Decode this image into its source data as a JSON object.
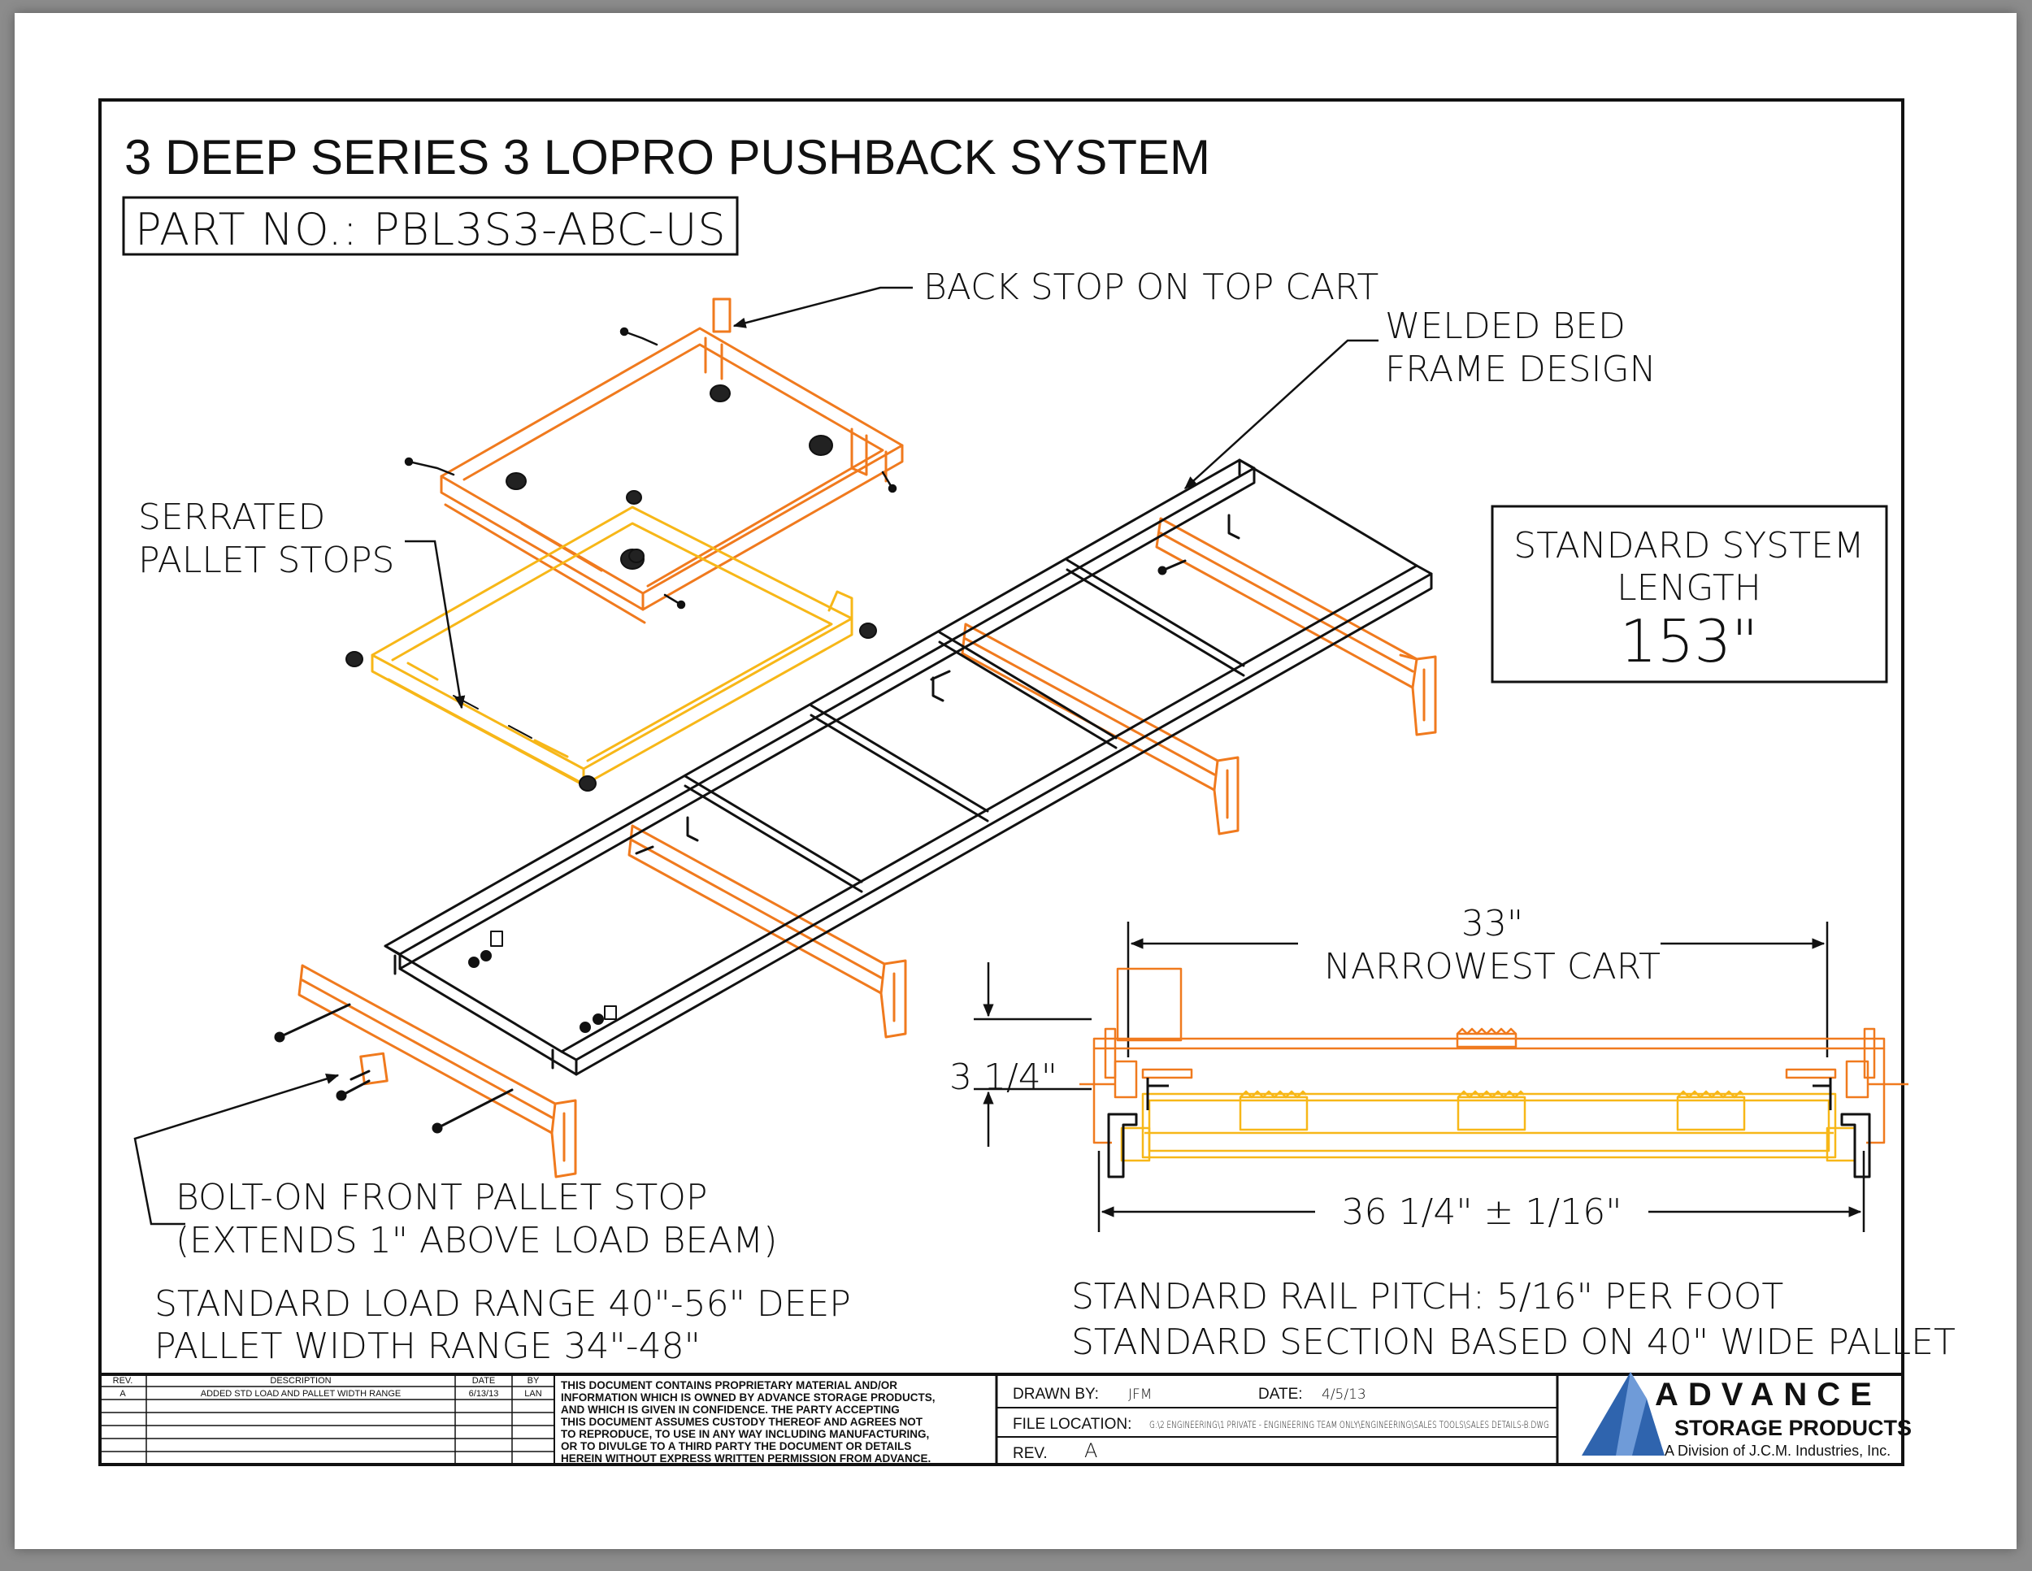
{
  "title": "3 DEEP SERIES 3 LOPRO PUSHBACK SYSTEM",
  "part_number": "PART NO.: PBL3S3-ABC-US",
  "callouts": {
    "back_stop": "BACK STOP ON TOP CART",
    "welded_bed_1": "WELDED BED",
    "welded_bed_2": "FRAME DESIGN",
    "serrated_1": "SERRATED",
    "serrated_2": "PALLET STOPS",
    "bolt_on_1": "BOLT-ON FRONT PALLET STOP",
    "bolt_on_2": "(EXTENDS 1\" ABOVE LOAD BEAM)"
  },
  "system_length": {
    "line1": "STANDARD SYSTEM",
    "line2": "LENGTH",
    "value": "153\""
  },
  "dimensions": {
    "cart_width": "33\"",
    "cart_label": "NARROWEST CART",
    "height": "3 1/4\"",
    "rail_width": "36 1/4\" ± 1/16\""
  },
  "notes": {
    "load_range": "STANDARD LOAD RANGE 40\"-56\" DEEP",
    "pallet_width": "PALLET WIDTH RANGE 34\"-48\"",
    "rail_pitch": "STANDARD RAIL PITCH: 5/16\" PER FOOT",
    "section_basis": "STANDARD SECTION BASED ON 40\" WIDE PALLET"
  },
  "revision_table": {
    "headers": [
      "REV.",
      "DESCRIPTION",
      "DATE",
      "BY"
    ],
    "rows": [
      [
        "A",
        "ADDED STD LOAD AND PALLET WIDTH RANGE",
        "6/13/13",
        "LAN"
      ]
    ]
  },
  "disclaimer": [
    "THIS DOCUMENT CONTAINS PROPRIETARY MATERIAL AND/OR",
    "INFORMATION WHICH IS OWNED BY ADVANCE STORAGE PRODUCTS,",
    "AND WHICH IS GIVEN IN CONFIDENCE. THE PARTY ACCEPTING",
    "THIS DOCUMENT ASSUMES CUSTODY THEREOF AND AGREES NOT",
    "TO REPRODUCE, TO USE IN ANY WAY INCLUDING MANUFACTURING,",
    "OR TO DIVULGE TO A THIRD PARTY THE DOCUMENT OR DETAILS",
    "HEREIN WITHOUT EXPRESS WRITTEN PERMISSION FROM ADVANCE."
  ],
  "title_block": {
    "drawn_by_label": "DRAWN BY:",
    "drawn_by": "JFM",
    "date_label": "DATE:",
    "date": "4/5/13",
    "file_location_label": "FILE LOCATION:",
    "file_location": "G:\\2 ENGINEERING\\1 PRIVATE - ENGINEERING TEAM ONLY\\ENGINEERING\\SALES TOOLS\\SALES DETAILS-B.DWG",
    "rev_label": "REV.",
    "rev": "A"
  },
  "logo": {
    "name": "ADVANCE",
    "subtitle": "STORAGE PRODUCTS",
    "division": "A Division of J.C.M. Industries, Inc."
  },
  "colors": {
    "orange": "#F07A1E",
    "yellow": "#F7B718",
    "logo_blue": "#2F64AE",
    "line": "#111111"
  }
}
